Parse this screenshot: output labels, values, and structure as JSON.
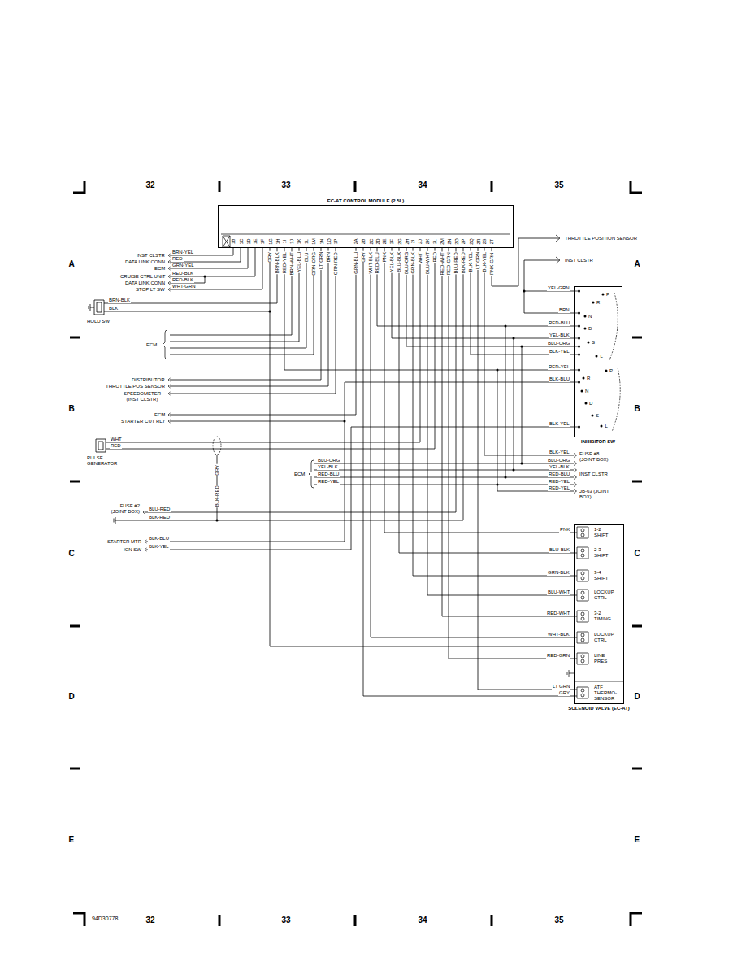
{
  "diagram": {
    "nodes": [
      {
        "text": [
          "EC-AT CONTROL MODULE (2.5L)"
        ]
      },
      {
        "text": [
          "INHIBITOR SW"
        ]
      },
      {
        "text": [
          "SOLENOID VALVE (EC-AT)"
        ]
      }
    ],
    "edges": [
      {
        "from": 0,
        "to": 2,
        "arrow": "none",
        "label": "PNK"
      },
      {
        "from": 0,
        "to": 2,
        "arrow": "none",
        "label": "BLU-BLK"
      },
      {
        "from": 0,
        "to": 2,
        "arrow": "none",
        "label": "GRN-BLK"
      },
      {
        "from": 0,
        "to": 2,
        "arrow": "none",
        "label": "BLU-WHT"
      },
      {
        "from": 0,
        "to": 2,
        "arrow": "none",
        "label": "RED-WHT"
      },
      {
        "from": 0,
        "to": 2,
        "arrow": "none",
        "label": "WHT-BLK"
      },
      {
        "from": 0,
        "to": 2,
        "arrow": "none"
      },
      {
        "from": 0,
        "to": 2,
        "arrow": "none",
        "label": "RED-GRN"
      },
      {
        "from": 0,
        "to": 2,
        "arrow": "none",
        "label": "LT GRN"
      },
      {
        "from": 0,
        "to": 2,
        "arrow": "none",
        "label": "GRY"
      },
      {
        "from": 0,
        "to": 1,
        "arrow": "none",
        "label": "RED-BLU"
      },
      {
        "from": 0,
        "to": 1,
        "arrow": "none",
        "label": "YEL-BLK"
      },
      {
        "from": 0,
        "to": 1,
        "arrow": "none",
        "label": "BLU-ORG"
      },
      {
        "from": 0,
        "to": 1,
        "arrow": "none",
        "label": "BLK-YEL"
      },
      {
        "from": 0,
        "to": 1,
        "arrow": "none",
        "label": "RED-YEL"
      }
    ],
    "labels": [
      "32",
      "33",
      "34",
      "35",
      "32",
      "33",
      "34",
      "35",
      "A",
      "B",
      "C",
      "D",
      "E",
      "A",
      "B",
      "C",
      "D",
      "E",
      "94D30778",
      "1B",
      "1C",
      "1D",
      "1E",
      "1F",
      "1G",
      "1H",
      "1I",
      "1J",
      "1K",
      "1L",
      "1M",
      "1N",
      "1O",
      "1P",
      "2A",
      "2B",
      "2C",
      "2D",
      "2E",
      "2F",
      "2G",
      "2H",
      "2I",
      "2J",
      "2K",
      "2L",
      "2M",
      "2N",
      "2O",
      "2P",
      "2Q",
      "2R",
      "2S",
      "2T",
      "GRY",
      "BRN-BLK",
      "RED-YEL",
      "BRN-WHT",
      "YEL-BLU",
      "BLU",
      "GRN-ORG",
      "LT GRN",
      "BRN",
      "GRN-RED",
      "GRN-BLU",
      "GRY",
      "WHT-BLK",
      "RED-BLU",
      "PNK",
      "YEL-BLK",
      "BLU-BLK",
      "BLU-ORG",
      "GRN-BLK",
      "WHT",
      "BLU-WHT",
      "RED",
      "RED-WHT",
      "RED-GRN",
      "BLU-RED",
      "BLK-RED",
      "BLK-YEL",
      "LT GRN",
      "BLK-YEL",
      "PNK-GRN",
      "INST CLSTR",
      "BRN-YEL",
      "DATA LINK CONN",
      "RED",
      "ECM",
      "GRN-YEL",
      "CRUISE CTRL UNIT",
      "RED-BLK",
      "DATA LINK CONN",
      "RED-BLK",
      "STOP LT SW",
      "WHT-GRN",
      "BRN-BLK",
      "BLK",
      "HOLD SW",
      "ECM",
      "DISTRIBUTOR",
      "THROTTLE POS SENSOR",
      "SPEEDOMETER (INST CLSTR)",
      "ECM",
      "STARTER CUT RLY",
      "WHT",
      "RED",
      "PULSE GENERATOR",
      "GRY",
      "BLK-RED",
      "FUSE #2 (JOINT BOX)",
      "BLU-RED",
      "BLK-RED",
      "STARTER MTR",
      "BLK-BLU",
      "IGN SW",
      "BLK-YEL",
      "ECM",
      "BLU-ORG",
      "YEL-BLK",
      "RED-BLU",
      "RED-YEL",
      "THROTTLE POSITION SENSOR",
      "INST CLSTR",
      "YEL-GRN",
      "BRN",
      "BLK-BLU",
      "BLK-YEL",
      "P",
      "R",
      "N",
      "D",
      "S",
      "L",
      "P",
      "R",
      "N",
      "D",
      "S",
      "L",
      "BLK-YEL",
      "FUSE #8 (JOINT BOX)",
      "BLU-ORG",
      "YEL-BLK",
      "INST CLSTR",
      "RED-BLU",
      "RED-YEL",
      "RED-YEL",
      "JB-63 (JOINT BOX)",
      "1-2 SHIFT",
      "2-3 SHIFT",
      "3-4 SHIFT",
      "LOCKUP CTRL",
      "3-2 TIMING",
      "LOCKUP CTRL",
      "LINE PRES",
      "ATF THERMO- SENSOR"
    ]
  }
}
